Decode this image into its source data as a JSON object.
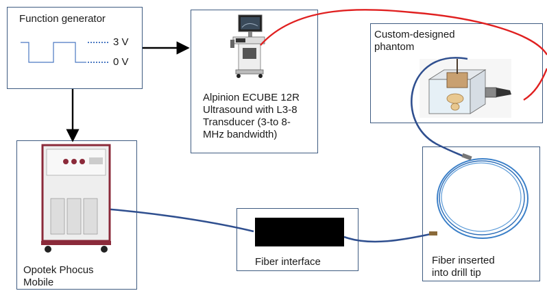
{
  "function_generator": {
    "title": "Function generator",
    "high_label": "3 V",
    "low_label": "0 V"
  },
  "ultrasound": {
    "label": "Alpinion ECUBE 12R\nUltrasound with L3-8\nTransducer (3-to 8-\nMHz bandwidth)"
  },
  "phantom": {
    "label": "Custom-designed\nphantom"
  },
  "laser": {
    "label": "Opotek Phocus\nMobile"
  },
  "fiber_interface": {
    "label": "Fiber interface"
  },
  "fiber_drill": {
    "label": "Fiber inserted\ninto drill tip"
  },
  "colors": {
    "box_border": "#3d5a80",
    "fiber_cable": "#2f4f8f",
    "transducer_cable": "#e02020",
    "laser_cabinet": "#8b2a3a",
    "signal_line": "#4a78c2"
  }
}
